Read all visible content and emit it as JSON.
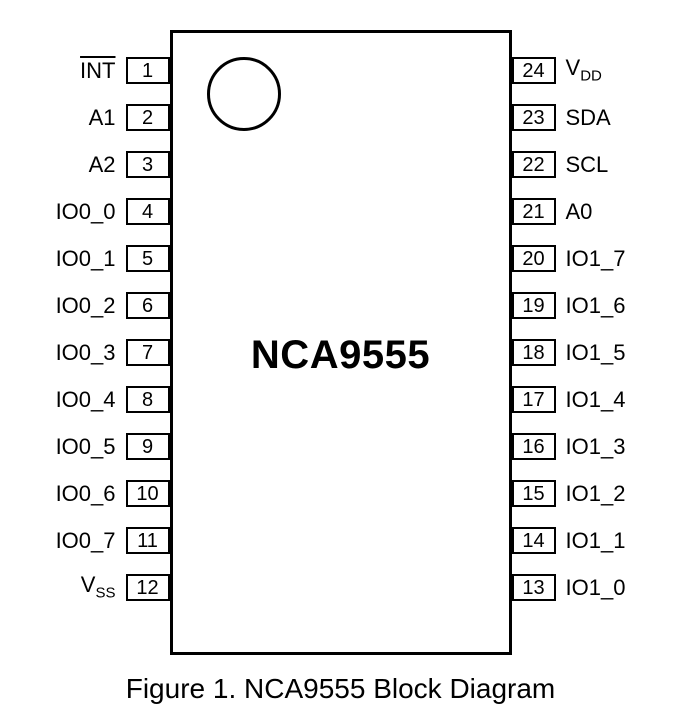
{
  "chip": {
    "title": "NCA9555"
  },
  "caption": "Figure 1. NCA9555 Block Diagram",
  "colors": {
    "line": "#000000",
    "background": "#ffffff"
  },
  "pins": {
    "left": [
      {
        "number": "1",
        "label": "INT",
        "overline": true
      },
      {
        "number": "2",
        "label": "A1"
      },
      {
        "number": "3",
        "label": "A2"
      },
      {
        "number": "4",
        "label": "IO0_0"
      },
      {
        "number": "5",
        "label": "IO0_1"
      },
      {
        "number": "6",
        "label": "IO0_2"
      },
      {
        "number": "7",
        "label": "IO0_3"
      },
      {
        "number": "8",
        "label": "IO0_4"
      },
      {
        "number": "9",
        "label": "IO0_5"
      },
      {
        "number": "10",
        "label": "IO0_6"
      },
      {
        "number": "11",
        "label": "IO0_7"
      },
      {
        "number": "12",
        "label": "V",
        "subscript": "SS"
      }
    ],
    "right": [
      {
        "number": "24",
        "label": "V",
        "subscript": "DD"
      },
      {
        "number": "23",
        "label": "SDA"
      },
      {
        "number": "22",
        "label": "SCL"
      },
      {
        "number": "21",
        "label": "A0"
      },
      {
        "number": "20",
        "label": "IO1_7"
      },
      {
        "number": "19",
        "label": "IO1_6"
      },
      {
        "number": "18",
        "label": "IO1_5"
      },
      {
        "number": "17",
        "label": "IO1_4"
      },
      {
        "number": "16",
        "label": "IO1_3"
      },
      {
        "number": "15",
        "label": "IO1_2"
      },
      {
        "number": "14",
        "label": "IO1_1"
      },
      {
        "number": "13",
        "label": "IO1_0"
      }
    ]
  }
}
